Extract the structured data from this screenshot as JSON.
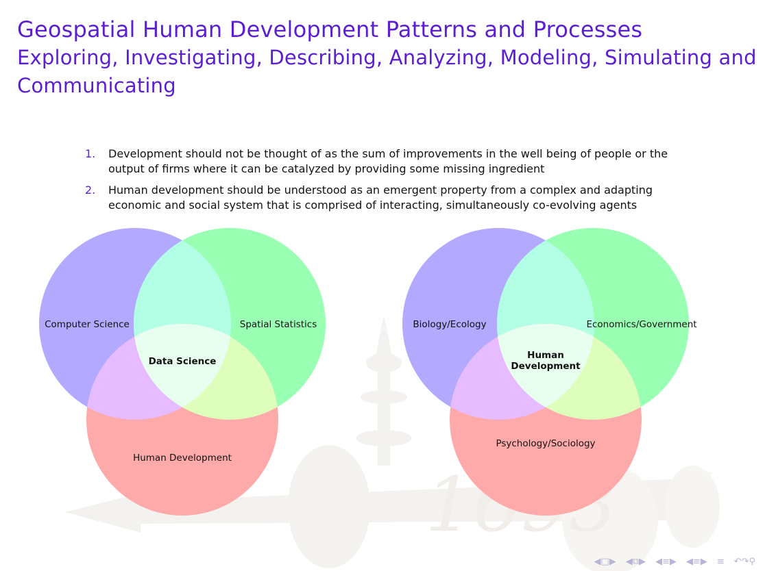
{
  "title": "Geospatial Human Development Patterns and Processes",
  "subtitle": "Exploring, Investigating, Describing, Analyzing, Modeling, Simulating and Communicating",
  "items": [
    {
      "number": "1.",
      "text": "Development should not be thought of as the sum of improvements in the well being of people or the output of firms where it can be catalyzed by providing some missing ingredient"
    },
    {
      "number": "2.",
      "text": "Human development should be understood as an emergent property from a complex and adapting economic and social system that is comprised of interacting, simultaneously co-evolving agents"
    }
  ],
  "venn_left": {
    "circles": [
      "Computer Science",
      "Spatial Statistics",
      "Human Development"
    ],
    "center": "Data Science"
  },
  "venn_right": {
    "circles": [
      "Biology/Ecology",
      "Economics/Government",
      "Psychology/Sociology"
    ],
    "center_line1": "Human",
    "center_line2": "Development"
  },
  "watermark_year": "1693",
  "colors": {
    "title": "#5b1ed3",
    "circle_a": "#b3aaff",
    "circle_b": "#99ffb3",
    "circle_c": "#ffaaaa",
    "overlap_ab": "#b3ffe6",
    "overlap_ac": "#e6bbff",
    "overlap_bc": "#ddffbb",
    "overlap_abc": "#e8fff0"
  },
  "nav": {
    "icons": [
      "nav-frame-icon",
      "nav-section-icon",
      "nav-subsection-icon",
      "nav-slide-icon",
      "nav-align-icon",
      "nav-search-icon"
    ]
  }
}
